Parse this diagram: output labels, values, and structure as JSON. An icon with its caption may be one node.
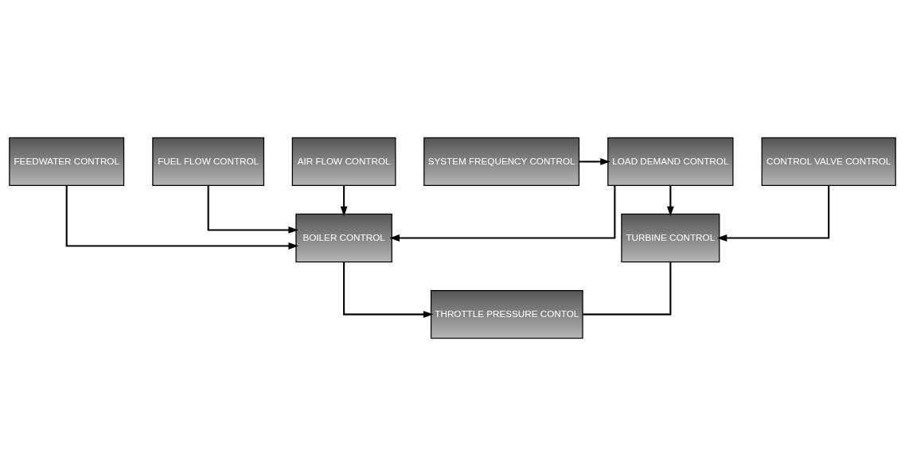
{
  "diagram": {
    "nodes": [
      {
        "text": [
          "LOAD DEMAND CONTROL"
        ]
      },
      {
        "text": [
          "SYSTEM FREQUENCY CONTROL"
        ]
      },
      {
        "text": [
          "THROTTLE PRESSURE CONTOL"
        ]
      },
      {
        "text": [
          "BOILER CONTROL"
        ]
      },
      {
        "text": [
          "TURBINE CONTROL"
        ]
      },
      {
        "text": [
          "FEEDWATER CONTROL"
        ]
      },
      {
        "text": [
          "FUEL FLOW CONTROL"
        ]
      },
      {
        "text": [
          "AIR FLOW CONTROL"
        ]
      },
      {
        "text": [
          "CONTROL VALVE CONTROL"
        ]
      }
    ],
    "edges": [
      {
        "from": 1,
        "to": 0,
        "arrow": "to"
      },
      {
        "from": 0,
        "to": 3,
        "arrow": "to"
      },
      {
        "from": 0,
        "to": 4,
        "arrow": "to"
      },
      {
        "from": 3,
        "to": 2,
        "arrow": "to"
      },
      {
        "from": 2,
        "to": 4,
        "arrow": "none"
      },
      {
        "from": 5,
        "to": 3,
        "arrow": "to"
      },
      {
        "from": 6,
        "to": 3,
        "arrow": "to"
      },
      {
        "from": 7,
        "to": 3,
        "arrow": "to"
      },
      {
        "from": 8,
        "to": 4,
        "arrow": "to"
      }
    ]
  }
}
